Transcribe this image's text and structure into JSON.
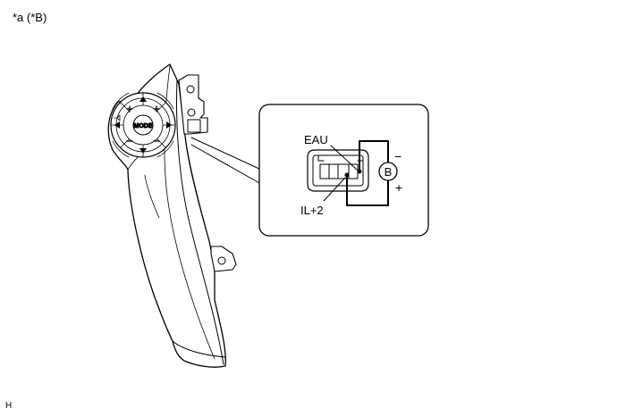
{
  "header": {
    "ref_label": "*a (*B)"
  },
  "switch_assembly": {
    "button_label": "MODE"
  },
  "connector_detail": {
    "terminal_top": "EAU",
    "terminal_bottom": "IL+2",
    "meter_label": "B",
    "polarity_negative": "−",
    "polarity_positive": "+"
  },
  "footer": {
    "code": "H"
  }
}
